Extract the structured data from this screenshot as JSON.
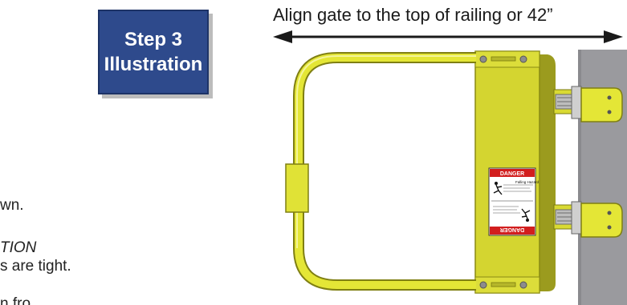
{
  "badge": {
    "line1": "Step 3",
    "line2": "Illustration"
  },
  "instructions": {
    "line1": "wn.",
    "line2": "TION",
    "line3": "s are tight.",
    "line4": "n fro"
  },
  "illustration": {
    "caption": "Align gate to the top of railing or 42”",
    "label_top": "DANGER",
    "label_bottom": "DANGER",
    "label_heading": "Falling Hazard"
  },
  "colors": {
    "badge": "#2e4a8c",
    "gate_yellow": "#e4e636",
    "gate_edge": "#7f7f12",
    "post_gray": "#9a9a9e",
    "danger_red": "#d21e1e"
  }
}
